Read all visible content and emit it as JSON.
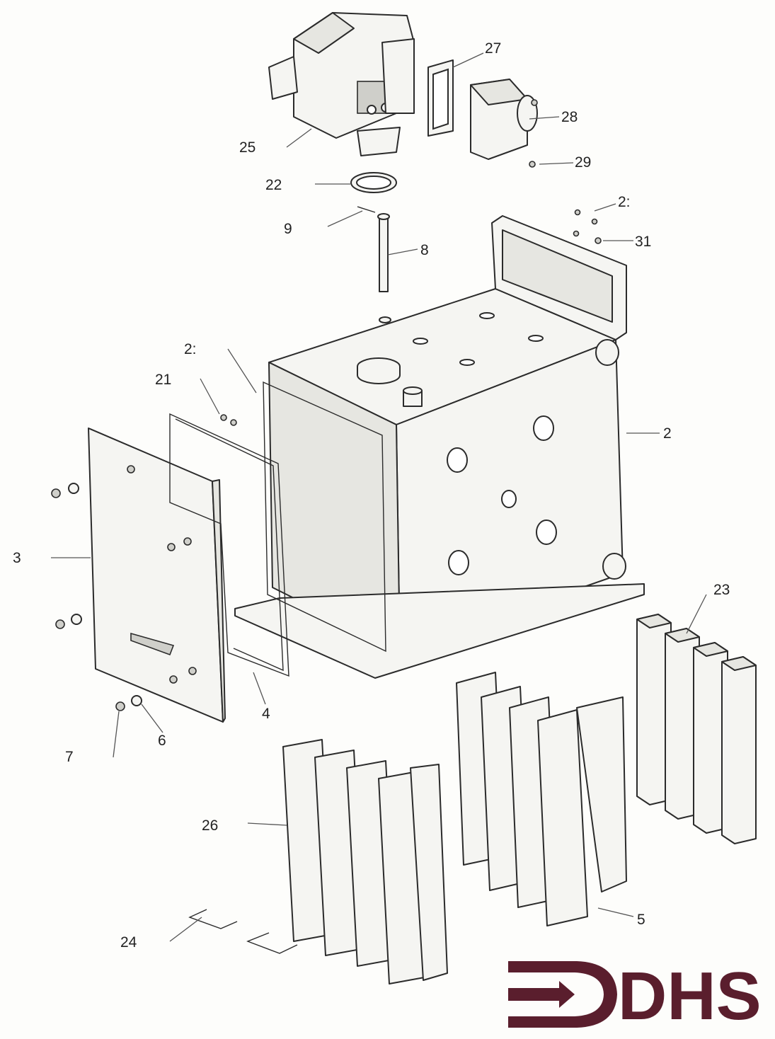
{
  "callouts": {
    "c25": "25",
    "c27": "27",
    "c28": "28",
    "c29": "29",
    "c22": "22",
    "c9": "9",
    "c8": "8",
    "c2a": "2:",
    "c31": "31",
    "c2b": "2:",
    "c21": "21",
    "c2": "2",
    "c3": "3",
    "c4": "4",
    "c6": "6",
    "c7": "7",
    "c23": "23",
    "c26": "26",
    "c5": "5",
    "c24": "24"
  },
  "logo": {
    "text": "DHS",
    "color": "#5a1e2d"
  }
}
